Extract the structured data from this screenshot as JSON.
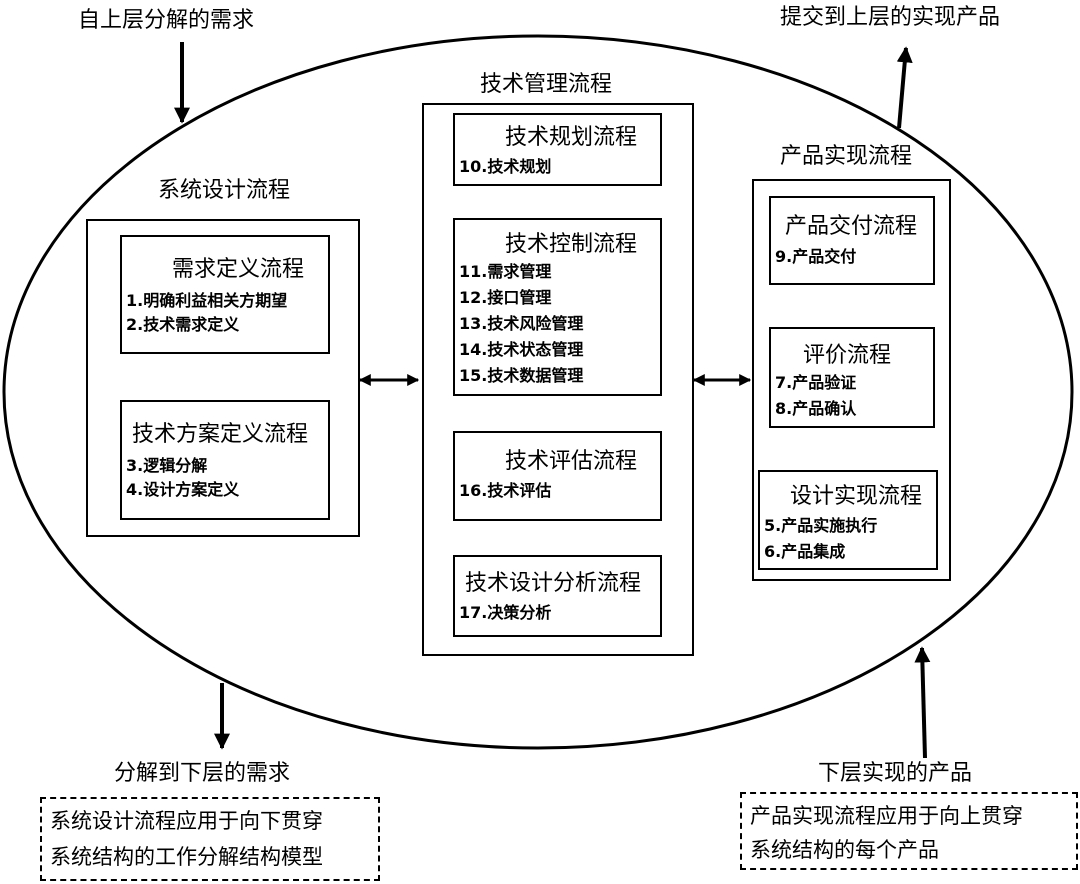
{
  "labels": {
    "from_upper": "自上层分解的需求",
    "to_upper": "提交到上层的实现产品",
    "to_lower": "分解到下层的需求",
    "from_lower": "下层实现的产品"
  },
  "groups": {
    "system_design": "系统设计流程",
    "tech_management": "技术管理流程",
    "product_realization": "产品实现流程"
  },
  "processes": {
    "requirements_definition": {
      "title": "需求定义流程",
      "items": [
        "1.明确利益相关方期望",
        "2.技术需求定义"
      ]
    },
    "solution_definition": {
      "title": "技术方案定义流程",
      "items": [
        "3.逻辑分解",
        "4.设计方案定义"
      ]
    },
    "tech_planning": {
      "title": "技术规划流程",
      "items": [
        "10.技术规划"
      ]
    },
    "tech_control": {
      "title": "技术控制流程",
      "items": [
        "11.需求管理",
        "12.接口管理",
        "13.技术风险管理",
        "14.技术状态管理",
        "15.技术数据管理"
      ]
    },
    "tech_assessment": {
      "title": "技术评估流程",
      "items": [
        "16.技术评估"
      ]
    },
    "tech_decision": {
      "title": "技术设计分析流程",
      "items": [
        "17.决策分析"
      ]
    },
    "product_delivery": {
      "title": "产品交付流程",
      "items": [
        "9.产品交付"
      ]
    },
    "evaluation": {
      "title": "评价流程",
      "items": [
        "7.产品验证",
        "8.产品确认"
      ]
    },
    "design_realization": {
      "title": "设计实现流程",
      "items": [
        "5.产品实施执行",
        "6.产品集成"
      ]
    }
  },
  "notes": {
    "system_design_note": [
      "系统设计流程应用于向下贯穿",
      "系统结构的工作分解结构模型"
    ],
    "product_realization_note": [
      "产品实现流程应用于向上贯穿",
      "系统结构的每个产品"
    ]
  }
}
